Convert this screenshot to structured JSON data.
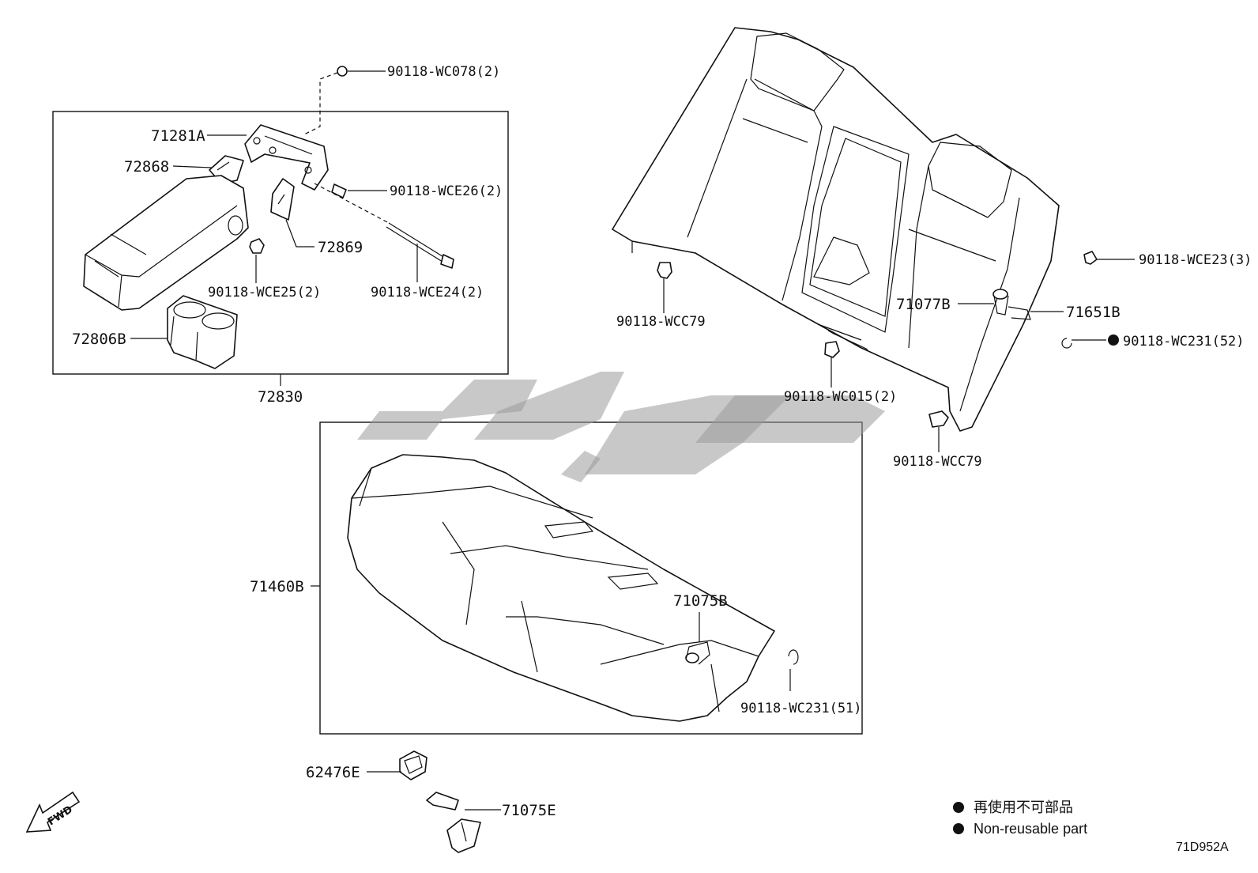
{
  "diagram": {
    "code": "71D952A",
    "fwd_label": "FWD",
    "legend": {
      "line1": "再使用不可部品",
      "line2": "Non-reusable part"
    },
    "labels": {
      "p90118_wc078": "90118-WC078(2)",
      "p71281a": "71281A",
      "p72868": "72868",
      "p90118_wce26": "90118-WCE26(2)",
      "p72869": "72869",
      "p90118_wce25": "90118-WCE25(2)",
      "p90118_wce24": "90118-WCE24(2)",
      "p72806b": "72806B",
      "p72830": "72830",
      "p90118_wcc79_a": "90118-WCC79",
      "p90118_wce23": "90118-WCE23(3)",
      "p71077b": "71077B",
      "p71651b": "71651B",
      "p90118_wc231_52": "90118-WC231(52)",
      "p90118_wc015": "90118-WC015(2)",
      "p90118_wcc79_b": "90118-WCC79",
      "p71460b": "71460B",
      "p71075b": "71075B",
      "p90118_wc231_51": "90118-WC231(51)",
      "p62476e": "62476E",
      "p71075e": "71075E"
    }
  }
}
